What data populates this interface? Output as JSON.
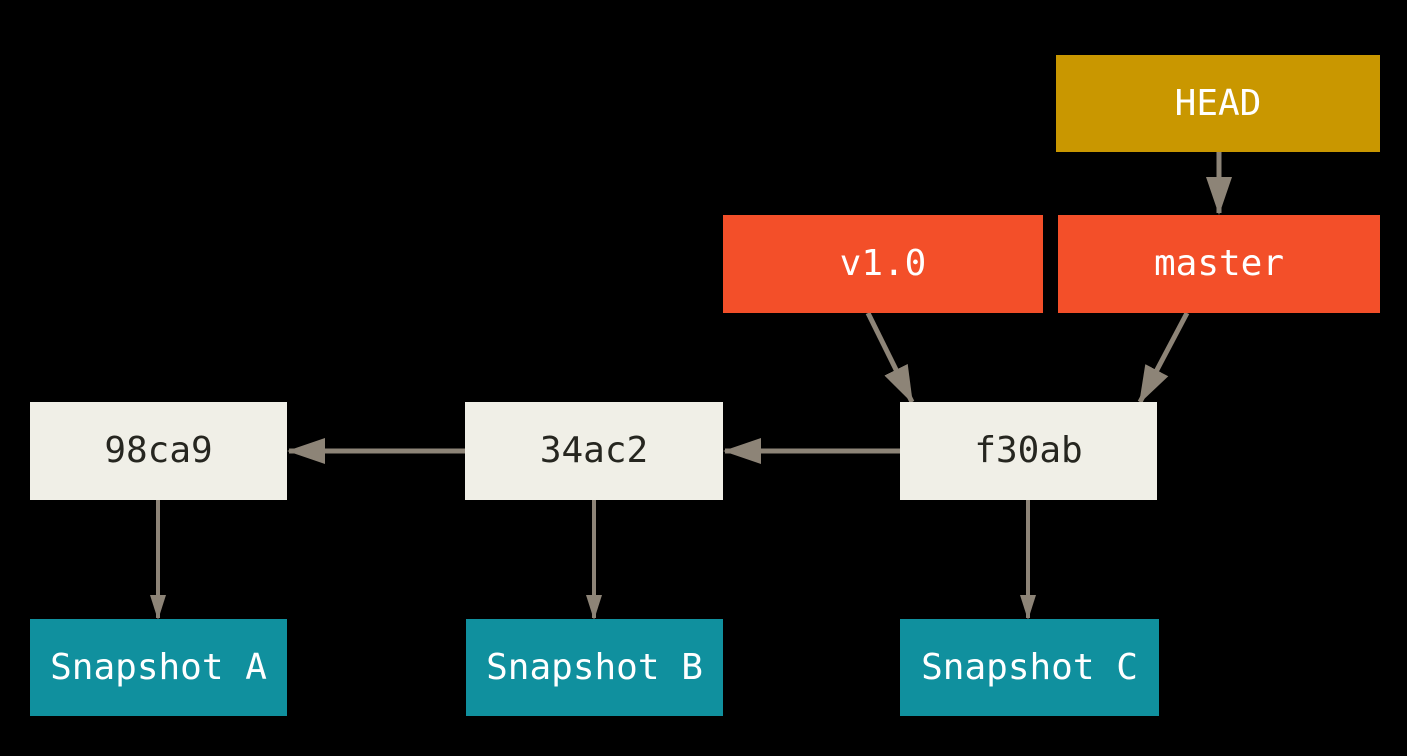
{
  "diagram_type": "git-commit-pointer-diagram",
  "nodes": {
    "head": {
      "label": "HEAD",
      "kind": "head-pointer"
    },
    "v1": {
      "label": "v1.0",
      "kind": "tag"
    },
    "master": {
      "label": "master",
      "kind": "branch"
    },
    "commit_98ca9": {
      "label": "98ca9",
      "kind": "commit"
    },
    "commit_34ac2": {
      "label": "34ac2",
      "kind": "commit"
    },
    "commit_f30ab": {
      "label": "f30ab",
      "kind": "commit"
    },
    "snapshot_a": {
      "label": "Snapshot A",
      "kind": "snapshot"
    },
    "snapshot_b": {
      "label": "Snapshot B",
      "kind": "snapshot"
    },
    "snapshot_c": {
      "label": "Snapshot C",
      "kind": "snapshot"
    }
  },
  "edges": [
    {
      "from": "head",
      "to": "master"
    },
    {
      "from": "v1",
      "to": "commit_f30ab"
    },
    {
      "from": "master",
      "to": "commit_f30ab"
    },
    {
      "from": "commit_f30ab",
      "to": "commit_34ac2"
    },
    {
      "from": "commit_34ac2",
      "to": "commit_98ca9"
    },
    {
      "from": "commit_98ca9",
      "to": "snapshot_a"
    },
    {
      "from": "commit_34ac2",
      "to": "snapshot_b"
    },
    {
      "from": "commit_f30ab",
      "to": "snapshot_c"
    }
  ],
  "colors": {
    "background": "#000000",
    "head_box": "#c99700",
    "ref_box": "#f34f29",
    "commit_box": "#f0efe7",
    "snapshot_box": "#10909e",
    "arrow": "#8d8477",
    "light_text": "#ffffff",
    "dark_text": "#262620"
  }
}
